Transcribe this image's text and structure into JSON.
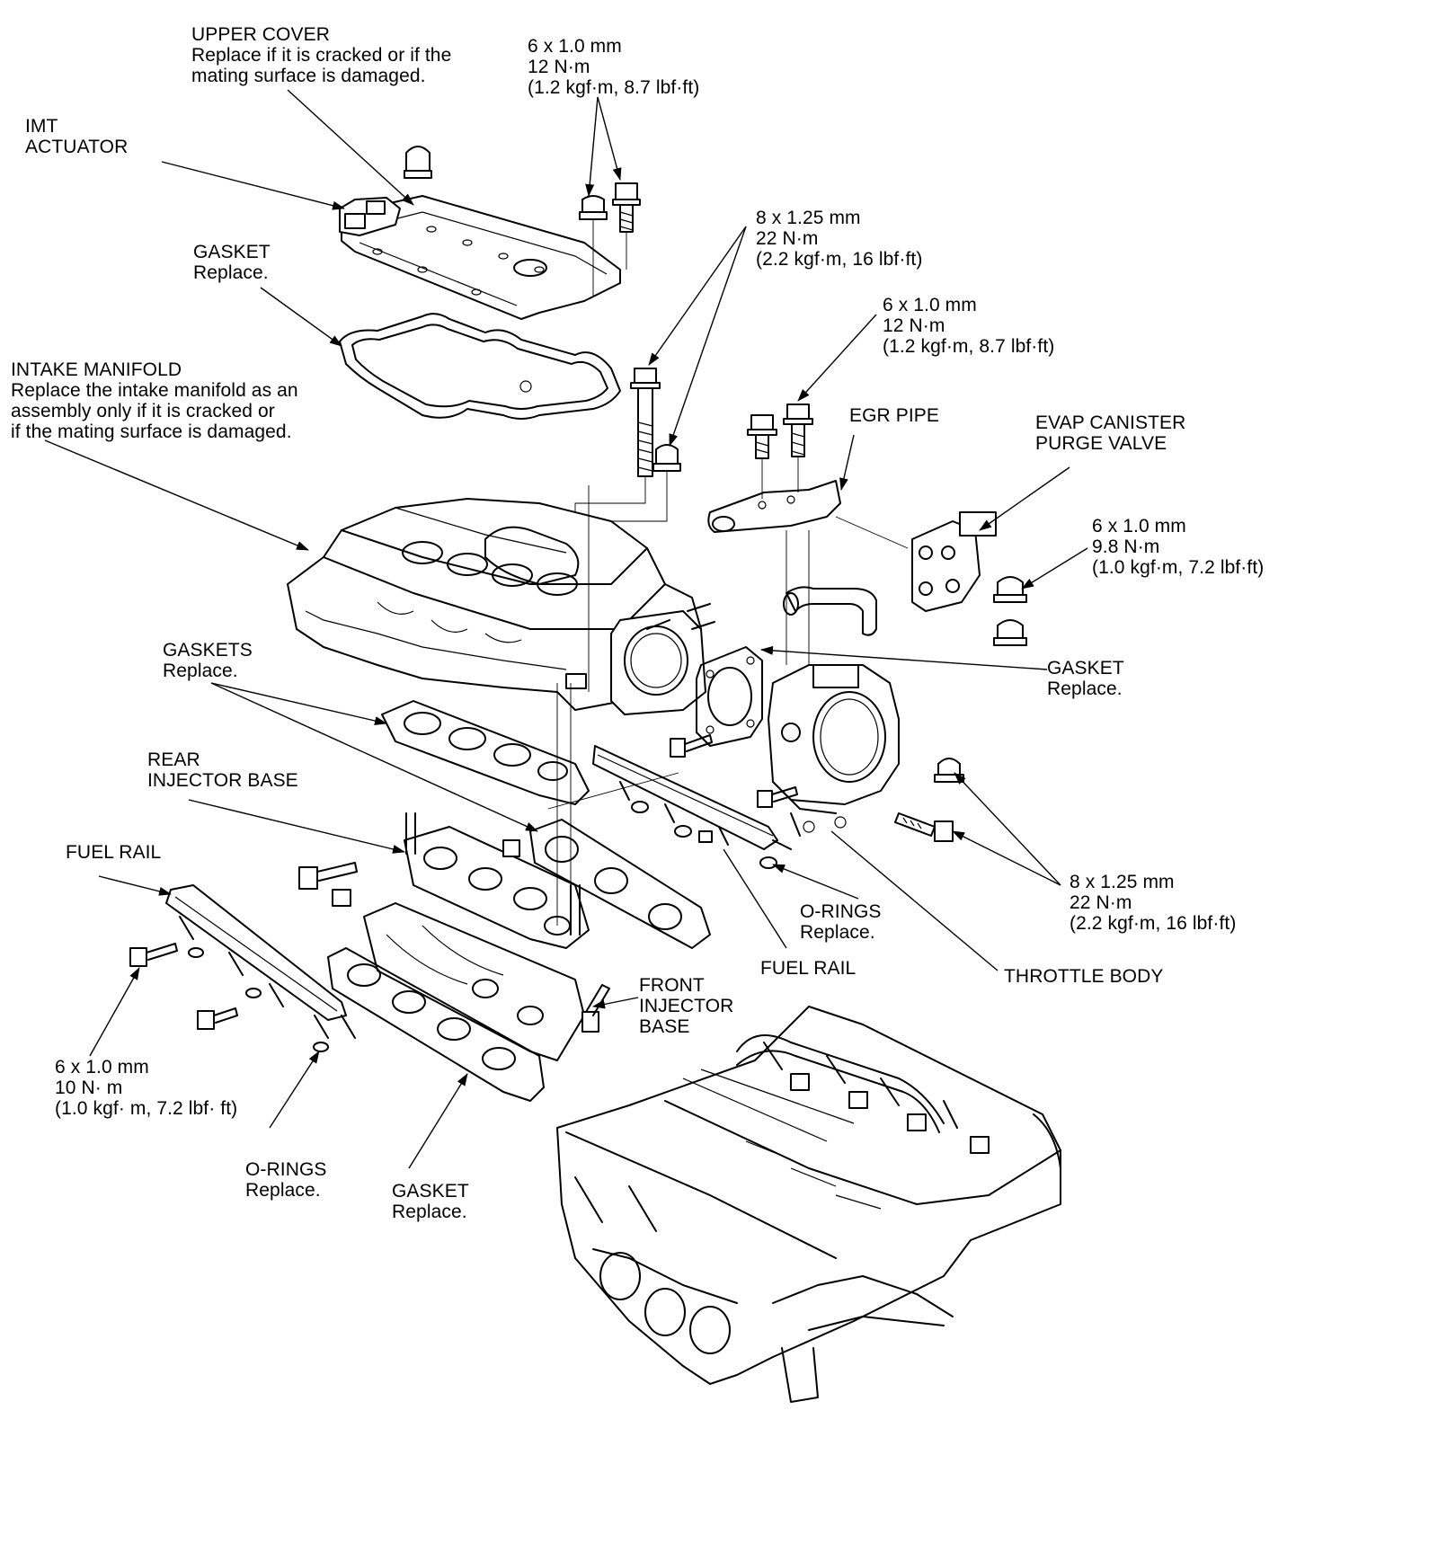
{
  "labels": {
    "upper_cover": {
      "title": "UPPER COVER",
      "note_1": "Replace if it is cracked or if the",
      "note_2": "mating surface is damaged."
    },
    "imt_actuator": {
      "line_1": "IMT",
      "line_2": "ACTUATOR"
    },
    "bolt_top_6x10": {
      "size": "6 x 1.0 mm",
      "torque": "12 N·m",
      "alt": "(1.2 kgf·m, 8.7 lbf·ft)"
    },
    "gasket_upper": {
      "title": "GASKET",
      "note": "Replace."
    },
    "bolt_8x125_upper": {
      "size": "8 x 1.25 mm",
      "torque": "22 N·m",
      "alt": "(2.2 kgf·m, 16 lbf·ft)"
    },
    "bolt_egr_6x10": {
      "size": "6 x 1.0 mm",
      "torque": "12 N·m",
      "alt": "(1.2 kgf·m, 8.7 lbf·ft)"
    },
    "intake_manifold": {
      "title": "INTAKE MANIFOLD",
      "note_1": "Replace the intake manifold as an",
      "note_2": "assembly only if it is cracked or",
      "note_3": "if the mating surface is damaged."
    },
    "egr_pipe": {
      "title": "EGR PIPE"
    },
    "evap_valve": {
      "line_1": "EVAP CANISTER",
      "line_2": "PURGE VALVE"
    },
    "nut_evap_6x10": {
      "size": "6 x 1.0 mm",
      "torque": "9.8 N·m",
      "alt": "(1.0 kgf·m, 7.2 lbf·ft)"
    },
    "gaskets_manifold": {
      "title": "GASKETS",
      "note": "Replace."
    },
    "gasket_throttle": {
      "title": "GASKET",
      "note": "Replace."
    },
    "rear_injector_base": {
      "line_1": "REAR",
      "line_2": "INJECTOR BASE"
    },
    "fuel_rail_left": {
      "title": "FUEL RAIL"
    },
    "o_rings_right": {
      "title": "O-RINGS",
      "note": "Replace."
    },
    "bolt_8x125_lower": {
      "size": "8 x 1.25 mm",
      "torque": "22 N·m",
      "alt": "(2.2 kgf·m, 16 lbf·ft)"
    },
    "fuel_rail_right": {
      "title": "FUEL RAIL"
    },
    "throttle_body": {
      "title": "THROTTLE BODY"
    },
    "front_injector_base": {
      "line_1": "FRONT",
      "line_2": "INJECTOR",
      "line_3": "BASE"
    },
    "bolt_fuelrail_6x10": {
      "size": "6 x 1.0 mm",
      "torque": "10 N· m",
      "alt": "(1.0 kgf· m, 7.2 lbf· ft)"
    },
    "o_rings_left": {
      "title": "O-RINGS",
      "note": "Replace."
    },
    "gasket_lower": {
      "title": "GASKET",
      "note": "Replace."
    }
  }
}
